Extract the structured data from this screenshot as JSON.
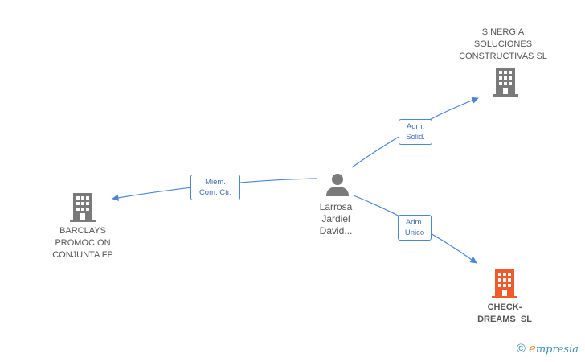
{
  "colors": {
    "edge": "#4a86d4",
    "building_default": "#7a7a7a",
    "building_highlight": "#f05a2a",
    "person": "#7a7a7a"
  },
  "nodes": {
    "person": {
      "lines": [
        "Larrosa",
        "Jardiel",
        "David..."
      ],
      "icon": "person-icon"
    },
    "sinergia": {
      "lines": [
        "SINERGIA",
        "SOLUCIONES",
        "CONSTRUCTIVAS SL"
      ],
      "icon": "building-icon"
    },
    "barclays": {
      "lines": [
        "BARCLAYS",
        "PROMOCION",
        "CONJUNTA FP"
      ],
      "icon": "building-icon"
    },
    "checkdreams": {
      "lines": [
        "CHECK-",
        "DREAMS  SL"
      ],
      "icon": "building-icon"
    }
  },
  "edges": {
    "to_sinergia": {
      "lines": [
        "Adm.",
        "Solid."
      ]
    },
    "to_barclays": {
      "lines": [
        "Miem.",
        "Com. Ctr."
      ]
    },
    "to_checkdreams": {
      "lines": [
        "Adm.",
        "Unico"
      ]
    }
  },
  "brand": {
    "copyright": "©",
    "first_letter": "e",
    "rest": "mpresia"
  }
}
